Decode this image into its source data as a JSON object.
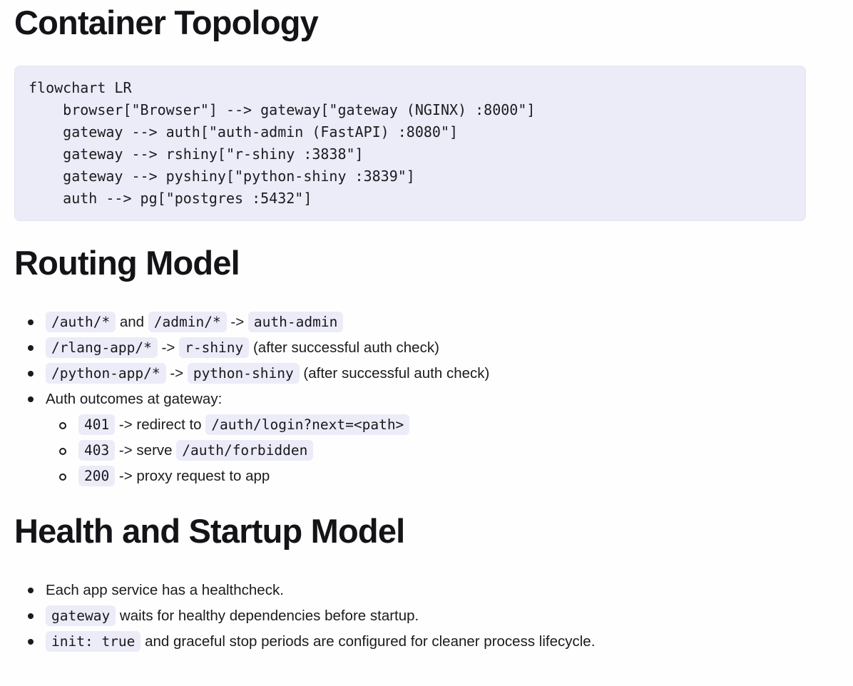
{
  "page": {
    "background": "#fefefe",
    "text_color": "#1b1b1f",
    "code_background": "#ecebf8"
  },
  "sections": {
    "topology": {
      "heading": "Container Topology",
      "code_lines": [
        "flowchart LR",
        "    browser[\"Browser\"] --> gateway[\"gateway (NGINX) :8000\"]",
        "    gateway --> auth[\"auth-admin (FastAPI) :8080\"]",
        "    gateway --> rshiny[\"r-shiny :3838\"]",
        "    gateway --> pyshiny[\"python-shiny :3839\"]",
        "    auth --> pg[\"postgres :5432\"]"
      ]
    },
    "routing": {
      "heading": "Routing Model",
      "items": [
        {
          "segments": [
            {
              "type": "code",
              "text": "/auth/*"
            },
            {
              "type": "text",
              "text": " and "
            },
            {
              "type": "code",
              "text": "/admin/*"
            },
            {
              "type": "text",
              "text": " -> "
            },
            {
              "type": "code",
              "text": "auth-admin"
            }
          ]
        },
        {
          "segments": [
            {
              "type": "code",
              "text": "/rlang-app/*"
            },
            {
              "type": "text",
              "text": " -> "
            },
            {
              "type": "code",
              "text": "r-shiny"
            },
            {
              "type": "text",
              "text": " (after successful auth check)"
            }
          ]
        },
        {
          "segments": [
            {
              "type": "code",
              "text": "/python-app/*"
            },
            {
              "type": "text",
              "text": " -> "
            },
            {
              "type": "code",
              "text": "python-shiny"
            },
            {
              "type": "text",
              "text": " (after successful auth check)"
            }
          ]
        },
        {
          "segments": [
            {
              "type": "text",
              "text": "Auth outcomes at gateway:"
            }
          ],
          "children": [
            {
              "segments": [
                {
                  "type": "code",
                  "text": "401"
                },
                {
                  "type": "text",
                  "text": " -> redirect to "
                },
                {
                  "type": "code",
                  "text": "/auth/login?next=<path>"
                }
              ]
            },
            {
              "segments": [
                {
                  "type": "code",
                  "text": "403"
                },
                {
                  "type": "text",
                  "text": " -> serve "
                },
                {
                  "type": "code",
                  "text": "/auth/forbidden"
                }
              ]
            },
            {
              "segments": [
                {
                  "type": "code",
                  "text": "200"
                },
                {
                  "type": "text",
                  "text": " -> proxy request to app"
                }
              ]
            }
          ]
        }
      ]
    },
    "health": {
      "heading": "Health and Startup Model",
      "items": [
        {
          "segments": [
            {
              "type": "text",
              "text": "Each app service has a healthcheck."
            }
          ]
        },
        {
          "segments": [
            {
              "type": "code",
              "text": "gateway"
            },
            {
              "type": "text",
              "text": " waits for healthy dependencies before startup."
            }
          ]
        },
        {
          "segments": [
            {
              "type": "code",
              "text": "init: true"
            },
            {
              "type": "text",
              "text": " and graceful stop periods are configured for cleaner process lifecycle."
            }
          ]
        }
      ]
    }
  }
}
